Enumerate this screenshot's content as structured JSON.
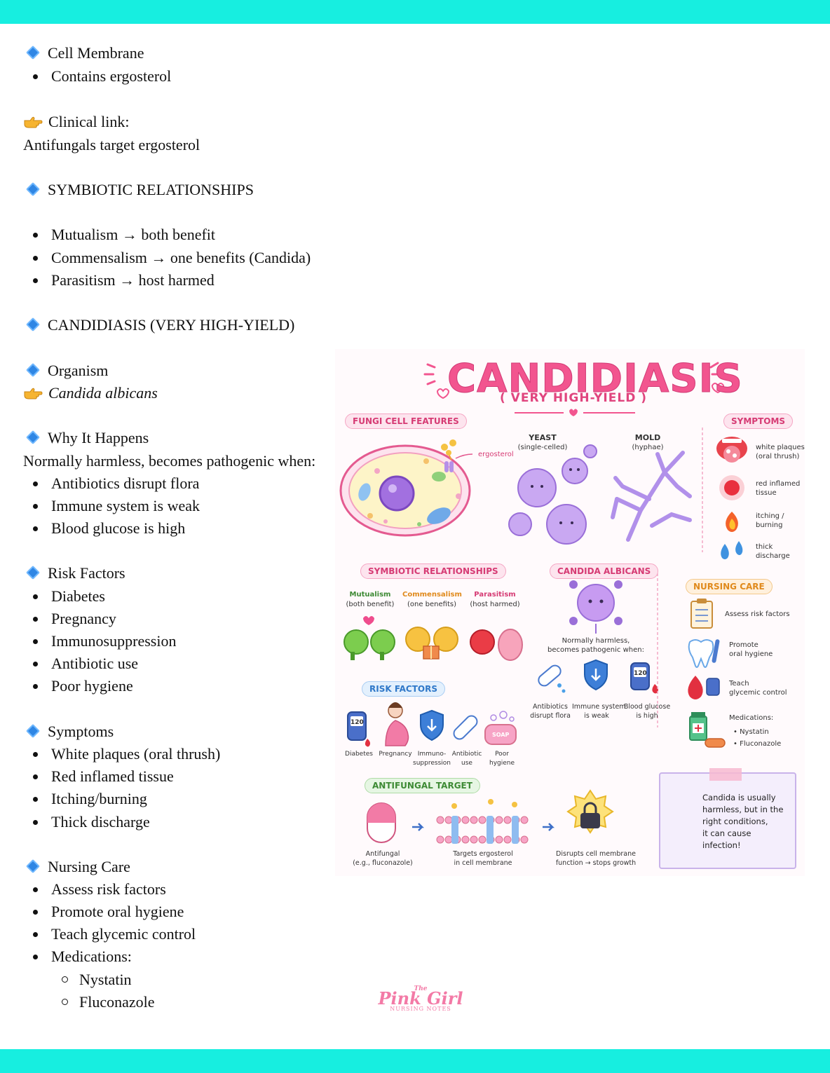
{
  "notes": {
    "cell_membrane": {
      "heading": "Cell Membrane",
      "bullets": [
        "Contains ergosterol"
      ]
    },
    "clinical_link": {
      "heading": "Clinical link:",
      "text": "Antifungals target ergosterol"
    },
    "symbiotic": {
      "heading": "SYMBIOTIC RELATIONSHIPS",
      "bullets": [
        "Mutualism → both benefit",
        "Commensalism → one benefits (Candida)",
        "Parasitism → host harmed"
      ]
    },
    "candidiasis": {
      "heading": "CANDIDIASIS (VERY HIGH-YIELD)"
    },
    "organism": {
      "heading": "Organism",
      "name": "Candida albicans"
    },
    "why": {
      "heading": "Why It Happens",
      "intro": "Normally harmless, becomes pathogenic when:",
      "bullets": [
        "Antibiotics disrupt flora",
        "Immune system is weak",
        "Blood glucose is high"
      ]
    },
    "risk": {
      "heading": "Risk Factors",
      "bullets": [
        "Diabetes",
        "Pregnancy",
        "Immunosuppression",
        "Antibiotic use",
        "Poor hygiene"
      ]
    },
    "symptoms": {
      "heading": "Symptoms",
      "bullets": [
        "White plaques (oral thrush)",
        "Red inflamed tissue",
        "Itching/burning",
        "Thick discharge"
      ]
    },
    "nursing": {
      "heading": "Nursing Care",
      "bullets": [
        "Assess risk factors",
        "Promote oral hygiene",
        "Teach glycemic control",
        "Medications:"
      ],
      "subbullets": [
        "Nystatin",
        "Fluconazole"
      ]
    }
  },
  "infographic": {
    "title": "CANDIDIASIS",
    "subtitle": "( VERY HIGH-YIELD )",
    "fungi": {
      "label": "FUNGI CELL FEATURES",
      "ergosterol": "ergosterol",
      "yeast": "YEAST",
      "yeast_sub": "(single-celled)",
      "mold": "MOLD",
      "mold_sub": "(hyphae)"
    },
    "symptoms": {
      "label": "SYMPTOMS",
      "items": [
        "white plaques\n(oral thrush)",
        "red inflamed\ntissue",
        "itching /\nburning",
        "thick\ndischarge"
      ]
    },
    "symbiotic": {
      "label": "SYMBIOTIC RELATIONSHIPS",
      "mutualism": "Mutualism",
      "mutualism_sub": "(both benefit)",
      "commensalism": "Commensalism",
      "commensalism_sub": "(one benefits)",
      "parasitism": "Parasitism",
      "parasitism_sub": "(host harmed)"
    },
    "candida": {
      "label": "CANDIDA ALBICANS",
      "caption": "Normally harmless,\nbecomes pathogenic when:",
      "items": [
        "Antibiotics\ndisrupt flora",
        "Immune system\nis weak",
        "Blood glucose\nis high"
      ]
    },
    "nursing": {
      "label": "NURSING CARE",
      "items": [
        "Assess risk factors",
        "Promote\noral hygiene",
        "Teach\nglycemic control"
      ],
      "meds": "Medications:",
      "med_list": [
        "• Nystatin",
        "• Fluconazole"
      ]
    },
    "risk": {
      "label": "RISK FACTORS",
      "items": [
        "Diabetes",
        "Pregnancy",
        "Immuno-\nsuppression",
        "Antibiotic\nuse",
        "Poor\nhygiene"
      ]
    },
    "antifungal": {
      "label": "ANTIFUNGAL TARGET",
      "items": [
        "Antifungal\n(e.g., fluconazole)",
        "Targets ergosterol\nin cell membrane",
        "Disrupts cell membrane\nfunction → stops growth"
      ]
    },
    "note": "Candida is usually\nharmless, but in the\nright conditions,\nit can cause\ninfection!",
    "glucometer": "120",
    "soap": "SOAP"
  },
  "logo": {
    "line1": "The",
    "line2": "Pink Girl",
    "line3": "NURSING NOTES"
  }
}
